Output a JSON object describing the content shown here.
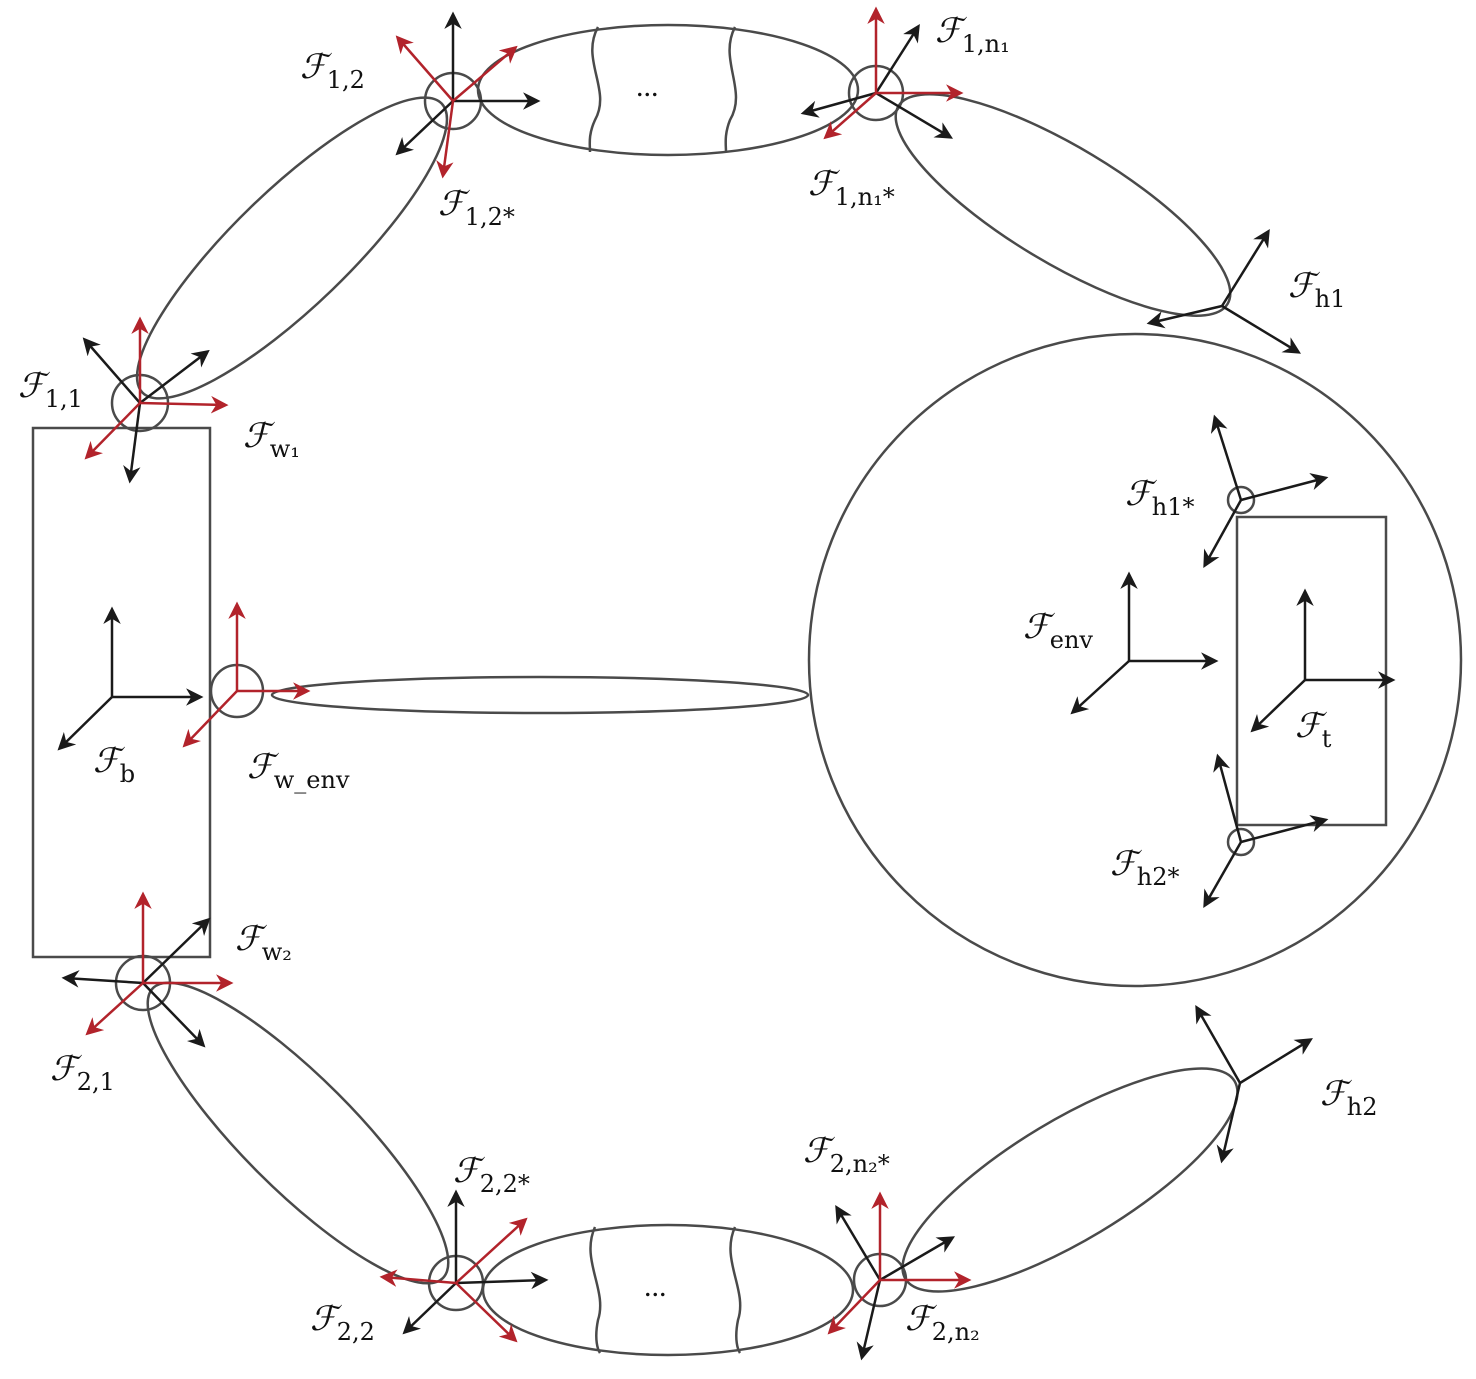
{
  "title": "Kinematic frame diagram of dual-arm manipulation with tool and environment",
  "colors": {
    "frame_black": "#1a1a1a",
    "frame_red": "#b2232b",
    "outline": "#4a4a4a"
  },
  "ellipsis": "...",
  "labels": {
    "f12": {
      "main": "ℱ",
      "sub": "1,2"
    },
    "f12s": {
      "main": "ℱ",
      "sub": "1,2*"
    },
    "f1n1": {
      "main": "ℱ",
      "sub": "1,n₁"
    },
    "f1n1s": {
      "main": "ℱ",
      "sub": "1,n₁*"
    },
    "fh1": {
      "main": "ℱ",
      "sub": "h1"
    },
    "f11": {
      "main": "ℱ",
      "sub": "1,1"
    },
    "fw1": {
      "main": "ℱ",
      "sub": "w₁"
    },
    "fb": {
      "main": "ℱ",
      "sub": "b"
    },
    "fwenv": {
      "main": "ℱ",
      "sub": "w_env"
    },
    "fenv": {
      "main": "ℱ",
      "sub": "env"
    },
    "ft": {
      "main": "ℱ",
      "sub": "t"
    },
    "fh1s": {
      "main": "ℱ",
      "sub": "h1*"
    },
    "fh2s": {
      "main": "ℱ",
      "sub": "h2*"
    },
    "fw2": {
      "main": "ℱ",
      "sub": "w₂"
    },
    "f21": {
      "main": "ℱ",
      "sub": "2,1"
    },
    "f22s": {
      "main": "ℱ",
      "sub": "2,2*"
    },
    "f2n2s": {
      "main": "ℱ",
      "sub": "2,n₂*"
    },
    "fh2": {
      "main": "ℱ",
      "sub": "h2"
    },
    "f22": {
      "main": "ℱ",
      "sub": "2,2"
    },
    "f2n2": {
      "main": "ℱ",
      "sub": "2,n₂"
    }
  }
}
